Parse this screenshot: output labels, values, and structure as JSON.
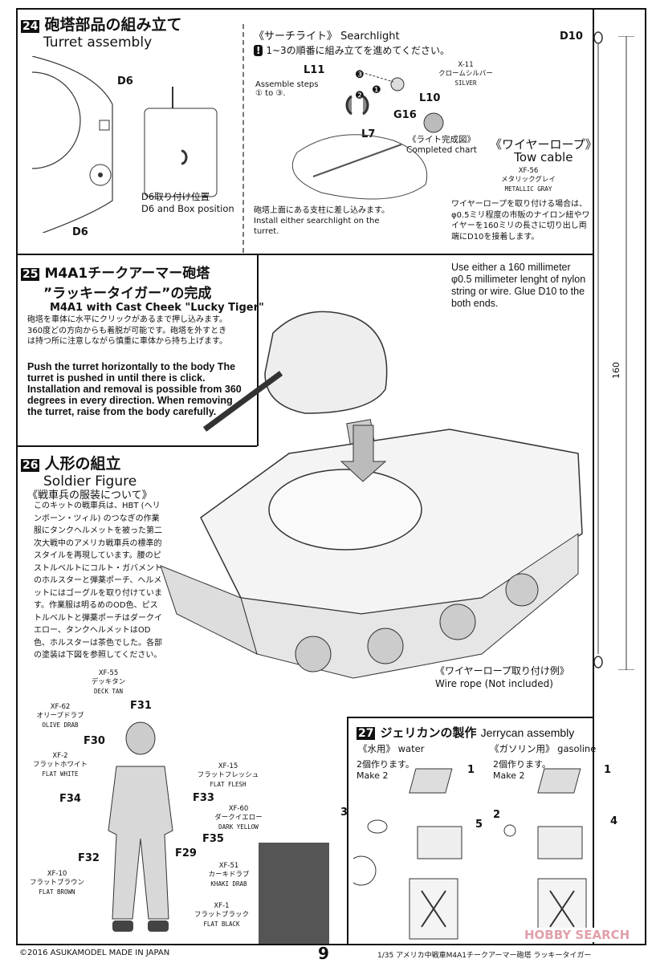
{
  "step24": {
    "num": "24",
    "title_jp": "砲塔部品の組み立て",
    "title_en": "Turret assembly",
    "labels": [
      "D6",
      "D6"
    ],
    "note_jp": "D6取り付け位置",
    "note_en": "D6 and Box position"
  },
  "searchlight": {
    "title": "《サーチライト》 Searchlight",
    "warning": "1~3の順番に組み立てを進めてください。",
    "assemble_en": "Assemble steps ① to ③.",
    "parts": [
      "L11",
      "L10",
      "G16",
      "L7"
    ],
    "steps": [
      "❶",
      "❷",
      "❸"
    ],
    "paint": {
      "code": "X-11",
      "jp": "クロームシルバー",
      "en": "SILVER"
    },
    "completed_jp": "《ライト完成図》",
    "completed_en": "Completed chart",
    "install_jp": "砲塔上面にある支柱に差し込みます。",
    "install_en": "Install either searchlight on the turret."
  },
  "towcable": {
    "part": "D10",
    "title_jp": "《ワイヤーロープ》",
    "title_en": "Tow cable",
    "paint": {
      "code": "XF-56",
      "jp": "メタリックグレイ",
      "en": "METALLIC GRAY"
    },
    "note_jp": "ワイヤーロープを取り付ける場合は、φ0.5ミリ程度の市販のナイロン紐やワイヤーを160ミリの長さに切り出し両端にD10を接着します。",
    "note_en": "Use either a 160 millimeter φ0.5 millimeter lenght of nylon string or wire. Glue D10 to the both ends.",
    "length": "160",
    "example_jp": "《ワイヤーロープ取り付け例》",
    "example_en": "Wire rope (Not included)"
  },
  "step25": {
    "num": "25",
    "title_jp1": "M4A1チークアーマー砲塔",
    "title_jp2": "”ラッキータイガー”の完成",
    "title_en": "M4A1 with Cast Cheek \"Lucky Tiger\"",
    "note_jp": "砲塔を車体に水平にクリックがあるまで押し込みます。360度どの方向からも着脱が可能です。砲塔を外すときは持つ所に注意しながら慎重に車体から持ち上げます。",
    "note_en": "Push the turret horizontally to the body The turret is pushed in until there is click. Installation and removal is possible from 360 degrees in every direction. When removing the turret, raise from the body carefully."
  },
  "step26": {
    "num": "26",
    "title_jp": "人形の組立",
    "title_en": "Soldier Figure",
    "subtitle": "《戦車兵の服装について》",
    "note_jp": "このキットの戦車兵は、HBT (ヘリンボーン・ツィル) のつなぎの作業服にタンクヘルメットを被った第二次大戦中のアメリカ戦車兵の標準的スタイルを再現しています。腰のピストルベルトにコルト・ガバメントのホルスターと弾薬ポーチ、ヘルメットにはゴーグルを取り付けています。作業服は明るめのOD色、ピストルベルトと弾薬ポーチはダークイエロー、タンクヘルメットはOD色、ホルスターは茶色でした。各部の塗装は下図を参照してください。",
    "parts": [
      "F31",
      "F30",
      "F34",
      "F33",
      "F35",
      "F32",
      "F29"
    ],
    "paints": [
      {
        "code": "XF-55",
        "jp": "デッキタン",
        "en": "DECK TAN"
      },
      {
        "code": "XF-62",
        "jp": "オリーブドラブ",
        "en": "OLIVE DRAB"
      },
      {
        "code": "XF-2",
        "jp": "フラットホワイト",
        "en": "FLAT WHITE"
      },
      {
        "code": "XF-15",
        "jp": "フラットフレッシュ",
        "en": "FLAT FLESH"
      },
      {
        "code": "XF-60",
        "jp": "ダークイエロー",
        "en": "DARK YELLOW"
      },
      {
        "code": "XF-51",
        "jp": "カーキドラブ",
        "en": "KHAKI DRAB"
      },
      {
        "code": "XF-10",
        "jp": "フラットブラウン",
        "en": "FLAT BROWN"
      },
      {
        "code": "XF-1",
        "jp": "フラットブラック",
        "en": "FLAT BLACK"
      }
    ]
  },
  "step27": {
    "num": "27",
    "title_jp": "ジェリカンの製作",
    "title_en": "Jerrycan assembly",
    "water": {
      "title": "《水用》 water",
      "make_jp": "2個作ります。",
      "make_en": "Make 2",
      "parts": [
        "1",
        "3",
        "5"
      ]
    },
    "gasoline": {
      "title": "《ガソリン用》 gasoline",
      "make_jp": "2個作ります。",
      "make_en": "Make 2",
      "parts": [
        "1",
        "2",
        "4"
      ]
    }
  },
  "footer": {
    "copyright": "©2016 ASUKAMODEL  MADE IN JAPAN",
    "page": "9",
    "product": "1/35 アメリカ中戦車M4A1チークアーマー砲塔 ラッキータイガー",
    "watermark": "HOBBY SEARCH"
  }
}
